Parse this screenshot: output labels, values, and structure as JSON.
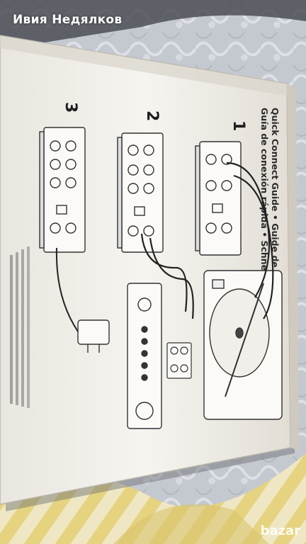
{
  "overlay": {
    "seller_name": "Ивия Недялков",
    "watermark": "bazar"
  },
  "guide": {
    "title_line1": "Quick Connect Guide • Guide de connexion rapide",
    "title_line2": "Guía de conexión rápida • Schnellanschlussanleitung",
    "step1": "1",
    "step2": "2",
    "step3": "3"
  },
  "palette": {
    "bedsheet": "#c9cdd3",
    "box": "#f3f1ec",
    "ink": "#2a2a2a",
    "yellow_fabric": "#e9d98a"
  }
}
